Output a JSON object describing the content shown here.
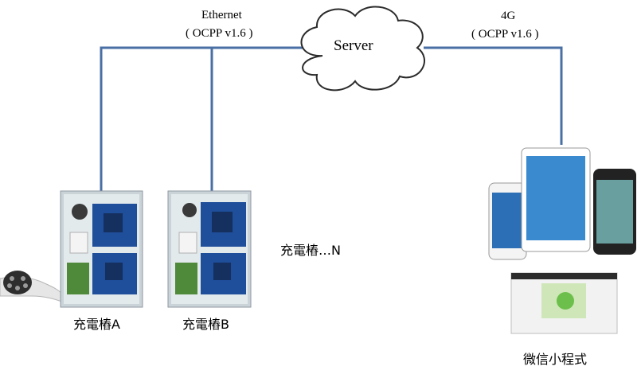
{
  "network": {
    "ethernet_label": "Ethernet",
    "ethernet_protocol": "( OCPP v1.6 )",
    "cellular_label": "4G",
    "cellular_protocol": "( OCPP v1.6 )",
    "server_label": "Server"
  },
  "chargers": {
    "charger_a_label": "充電樁A",
    "charger_b_label": "充電樁B",
    "charger_n_label": "充電樁…N"
  },
  "mobile": {
    "wechat_label": "微信小程式"
  },
  "colors": {
    "link_line": "#4a6fa5",
    "board_blue": "#1f4e9a",
    "board_green": "#4f8a3a"
  },
  "icons": [
    "cloud-icon",
    "charger-board-icon",
    "ev-connector-icon",
    "tablet-icon",
    "smartphone-icon",
    "map-screen-icon"
  ]
}
